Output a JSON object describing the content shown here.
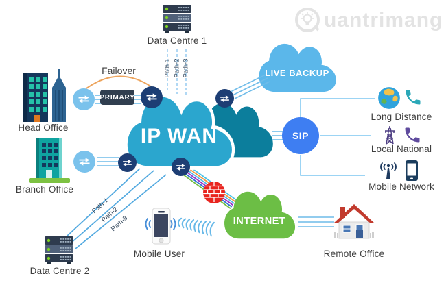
{
  "watermark": {
    "brand": "uantrimang"
  },
  "clouds": {
    "ip_wan": "IP WAN",
    "live_backup": "LIVE BACKUP",
    "internet": "INTERNET",
    "sip": "SIP"
  },
  "nodes": {
    "head_office": "Head Office",
    "branch_office": "Branch Office",
    "data_centre_1": "Data Centre 1",
    "data_centre_2": "Data Centre 2",
    "mobile_user": "Mobile User",
    "remote_office": "Remote Office",
    "long_distance": "Long Distance",
    "local_national": "Local National",
    "mobile_network": "Mobile Network"
  },
  "links": {
    "failover": "Failover",
    "primary": "PRIMARY",
    "paths_top": [
      "Path-1",
      "Path-2",
      "Path-3"
    ],
    "paths_bottom": [
      "Path-1",
      "Path-2",
      "Path-3"
    ]
  },
  "colors": {
    "ip_wan_cloud": "#2ba6ce",
    "ip_wan_back_cloud": "#0c7e9c",
    "live_backup_cloud": "#5bb7ea",
    "internet_cloud": "#6cbe45",
    "sip_circle": "#3e7ef2",
    "router_light": "#7ac2ec",
    "router_dark": "#1d3e74",
    "primary_box": "#303e4f",
    "failover_arc": "#eda45c",
    "link_blue": "#6fbce9",
    "firewall_red": "#e8251f",
    "label_text": "#3e3e3e"
  }
}
